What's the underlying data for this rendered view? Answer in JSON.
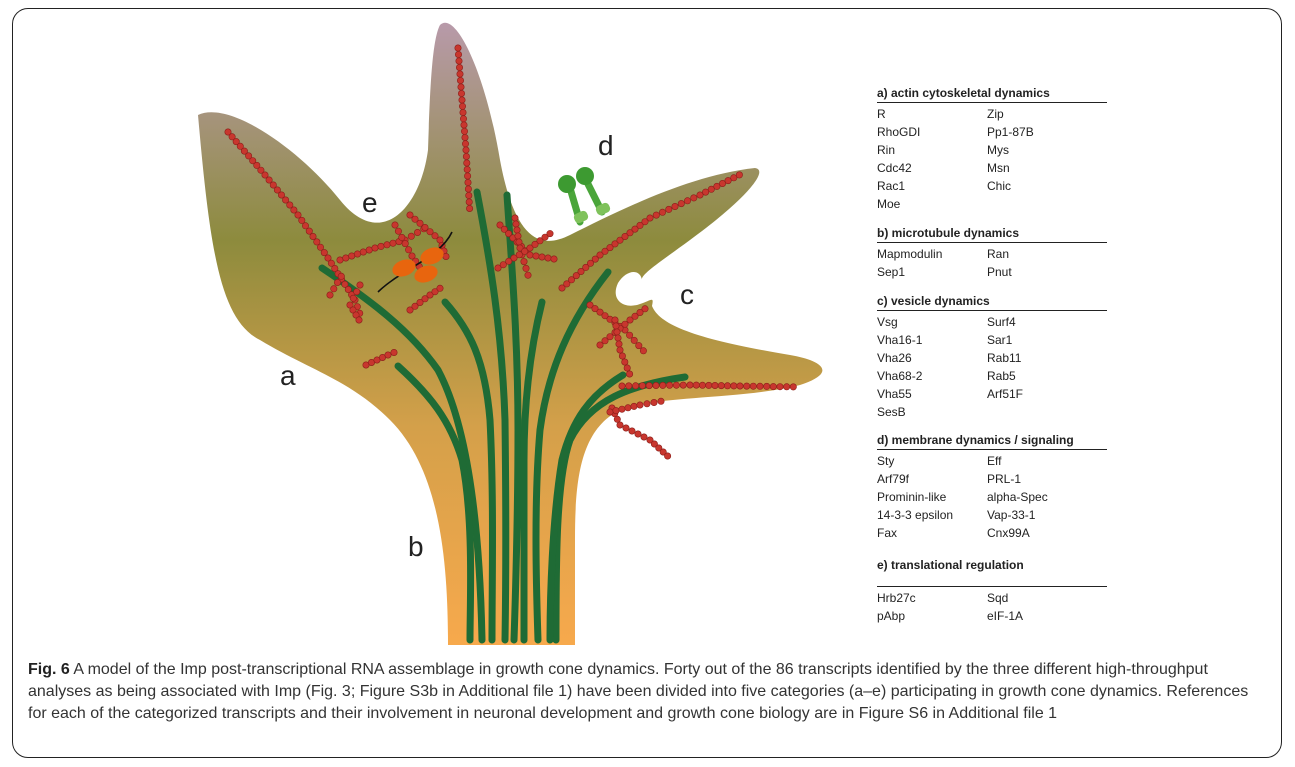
{
  "diagram": {
    "labels": {
      "a": "a",
      "b": "b",
      "c": "c",
      "d": "d",
      "e": "e"
    },
    "colors": {
      "cone_top": "#b79aa8",
      "cone_mid": "#8f8e3e",
      "cone_bottom": "#f7a84a",
      "microtubule": "#1f6b35",
      "actin_bead": "#c8362e",
      "ribosome": "#e8650e",
      "receptor": "#4aa53a"
    }
  },
  "categories": [
    {
      "title": "a) actin cytoskeletal dynamics",
      "rows": [
        [
          "R",
          "Zip"
        ],
        [
          "RhoGDI",
          "Pp1-87B"
        ],
        [
          "Rin",
          "Mys"
        ],
        [
          "Cdc42",
          "Msn"
        ],
        [
          "Rac1",
          "Chic"
        ],
        [
          "Moe",
          ""
        ]
      ]
    },
    {
      "title": "b) microtubule dynamics",
      "rows": [
        [
          "Mapmodulin",
          "Ran"
        ],
        [
          "Sep1",
          "Pnut"
        ]
      ]
    },
    {
      "title": "c) vesicle dynamics",
      "rows": [
        [
          "Vsg",
          "Surf4"
        ],
        [
          "Vha16-1",
          "Sar1"
        ],
        [
          "Vha26",
          "Rab11"
        ],
        [
          "Vha68-2",
          "Rab5"
        ],
        [
          "Vha55",
          "Arf51F"
        ],
        [
          "SesB",
          ""
        ]
      ]
    },
    {
      "title": "d) membrane dynamics / signaling",
      "rows": [
        [
          "Sty",
          "Eff"
        ],
        [
          "Arf79f",
          "PRL-1"
        ],
        [
          "Prominin-like",
          "alpha-Spec"
        ],
        [
          "14-3-3 epsilon",
          "Vap-33-1"
        ],
        [
          "Fax",
          "Cnx99A"
        ]
      ]
    },
    {
      "title": "e) translational regulation",
      "rows": [
        [
          "Hrb27c",
          "Sqd"
        ],
        [
          "pAbp",
          "eIF-1A"
        ]
      ]
    }
  ],
  "caption": {
    "label": "Fig. 6",
    "text": "A model of the Imp post-transcriptional RNA assemblage in growth cone dynamics. Forty out of the 86 transcripts identified by the three different high-throughput analyses as being associated with Imp (Fig. 3; Figure S3b in Additional file 1) have been divided into five categories (a–e) participating in growth cone dynamics. References for each of the categorized transcripts and their involvement in neuronal development and growth cone biology are in Figure S6 in Additional file 1"
  }
}
